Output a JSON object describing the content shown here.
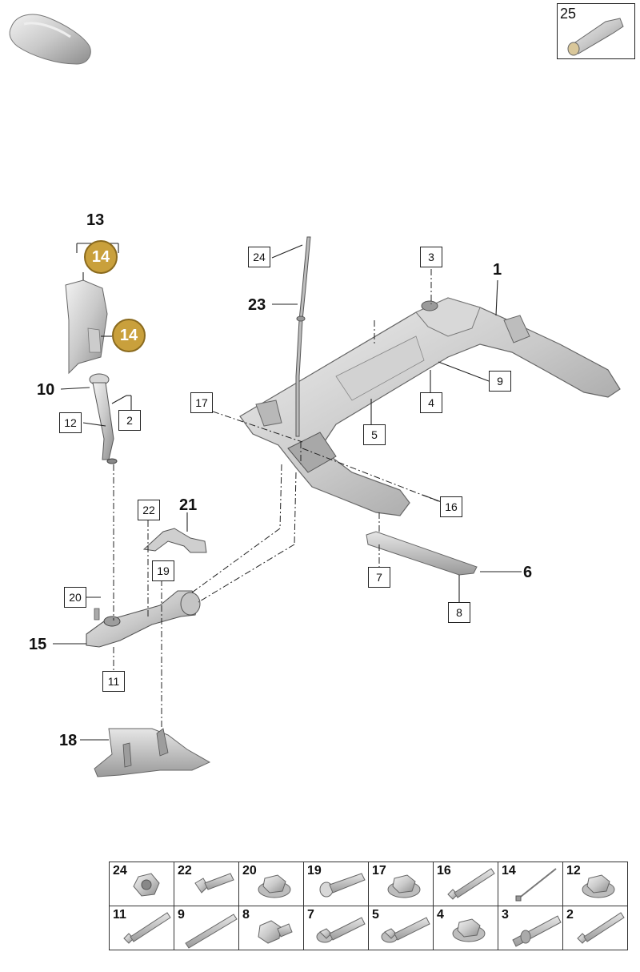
{
  "corner_box": {
    "number": "25",
    "icon": "grease-tube-icon"
  },
  "car_icon": "car-silhouette-icon",
  "bold_labels": {
    "l13": "13",
    "l1": "1",
    "l23": "23",
    "l10": "10",
    "l21": "21",
    "l6": "6",
    "l15": "15",
    "l18": "18"
  },
  "badges": {
    "b1": "14",
    "b2": "14"
  },
  "callouts": {
    "c24": "24",
    "c3": "3",
    "c9": "9",
    "c4": "4",
    "c17": "17",
    "c5": "5",
    "c12": "12",
    "c2": "2",
    "c16": "16",
    "c22": "22",
    "c19": "19",
    "c7": "7",
    "c8": "8",
    "c20": "20",
    "c11": "11"
  },
  "legend": {
    "row1": [
      {
        "num": "24",
        "icon": "hex-nut-icon"
      },
      {
        "num": "22",
        "icon": "short-bolt-icon"
      },
      {
        "num": "20",
        "icon": "flange-nut-icon"
      },
      {
        "num": "19",
        "icon": "washer-bolt-icon"
      },
      {
        "num": "17",
        "icon": "flange-nut-icon"
      },
      {
        "num": "16",
        "icon": "long-bolt-icon"
      },
      {
        "num": "14",
        "icon": "cable-tie-icon"
      },
      {
        "num": "12",
        "icon": "flange-nut-icon"
      }
    ],
    "row2": [
      {
        "num": "11",
        "icon": "long-bolt-icon"
      },
      {
        "num": "9",
        "icon": "threaded-rod-icon"
      },
      {
        "num": "8",
        "icon": "hex-bolt-icon"
      },
      {
        "num": "7",
        "icon": "flange-bolt-icon"
      },
      {
        "num": "5",
        "icon": "flange-bolt-icon"
      },
      {
        "num": "4",
        "icon": "flange-nut-icon"
      },
      {
        "num": "3",
        "icon": "stud-icon"
      },
      {
        "num": "2",
        "icon": "long-bolt-icon"
      }
    ]
  }
}
